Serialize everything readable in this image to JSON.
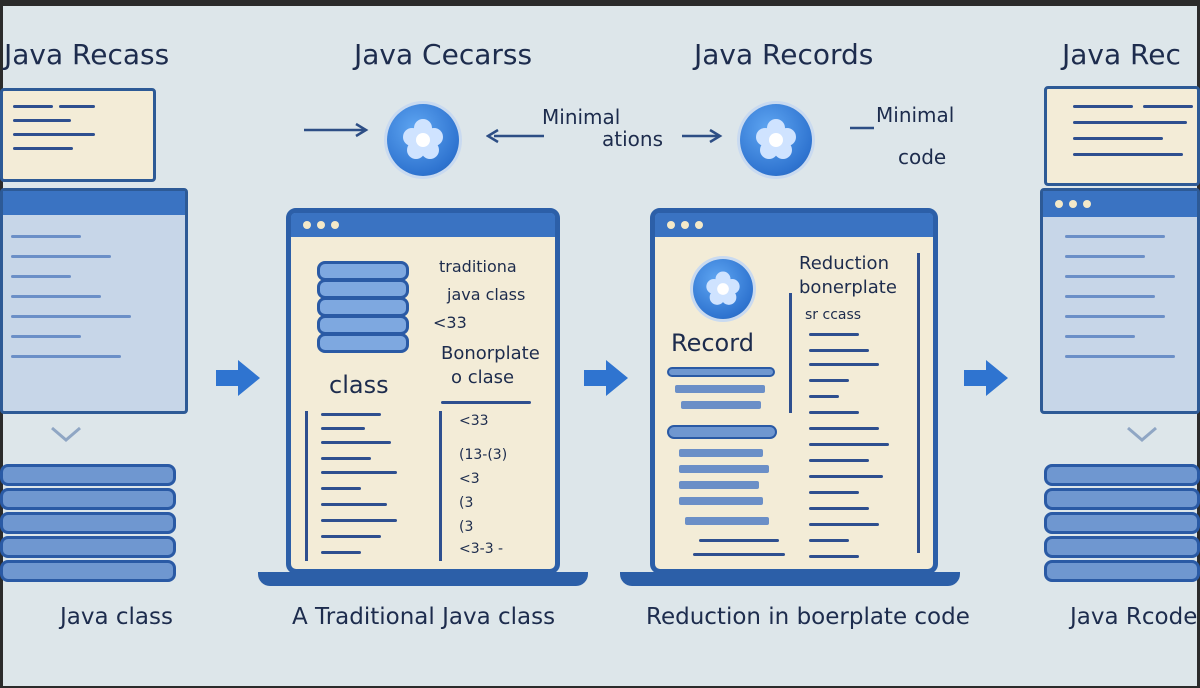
{
  "titles": {
    "col1": "Java Recass",
    "col2": "Java Cecarss",
    "col3": "Java Records",
    "col4": "Java Rec"
  },
  "annotations": {
    "minimal_1": "Minimal",
    "minimal_1b": "ations",
    "minimal_2": "Minimal",
    "minimal_2b": "code"
  },
  "laptop1": {
    "stack_label": "class",
    "notes": [
      "traditiona",
      "java class",
      "<33",
      "Bonorplate",
      "o clase"
    ],
    "code_right": [
      "<33",
      "(13-(3)",
      "<3",
      "(3",
      "(3",
      "<3-3 -"
    ]
  },
  "laptop2": {
    "record_label": "Record",
    "notes": [
      "Reduction",
      "bonerplate",
      "sr ccass"
    ]
  },
  "bottom_labels": {
    "col1": "Java class",
    "col2": "A Traditional Java class",
    "col3": "Reduction in boerplate code",
    "col4": "Java Rcode"
  },
  "colors": {
    "accent": "#2f74d0",
    "background": "#dde6ea",
    "screen": "#f3ecd7"
  },
  "icons": [
    "flower-icon",
    "arrow-right-icon",
    "arrow-left-icon",
    "chevron-down-icon"
  ]
}
